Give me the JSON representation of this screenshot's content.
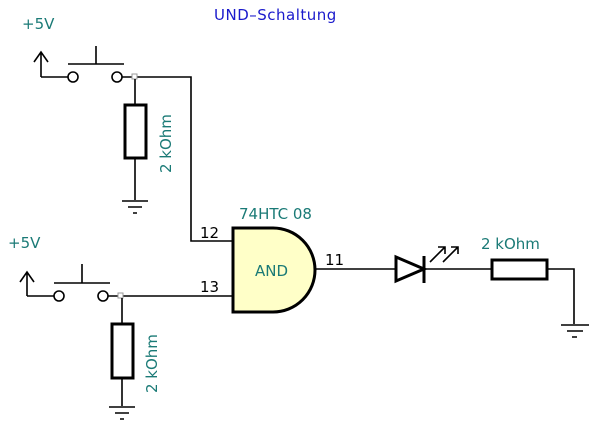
{
  "title": "UND–Schaltung",
  "supplies": [
    {
      "label": "+5V"
    },
    {
      "label": "+5V"
    }
  ],
  "resistors": [
    {
      "label": "2 kOhm"
    },
    {
      "label": "2 kOhm"
    },
    {
      "label": "2 kOhm"
    }
  ],
  "gate": {
    "part": "74HTC 08",
    "type": "AND",
    "pins": {
      "in1": "12",
      "in2": "13",
      "out": "11"
    }
  },
  "colors": {
    "title": "#1a1acc",
    "labels": "#1a7a76",
    "gate_fill": "#ffffc8",
    "wire": "#000000"
  }
}
